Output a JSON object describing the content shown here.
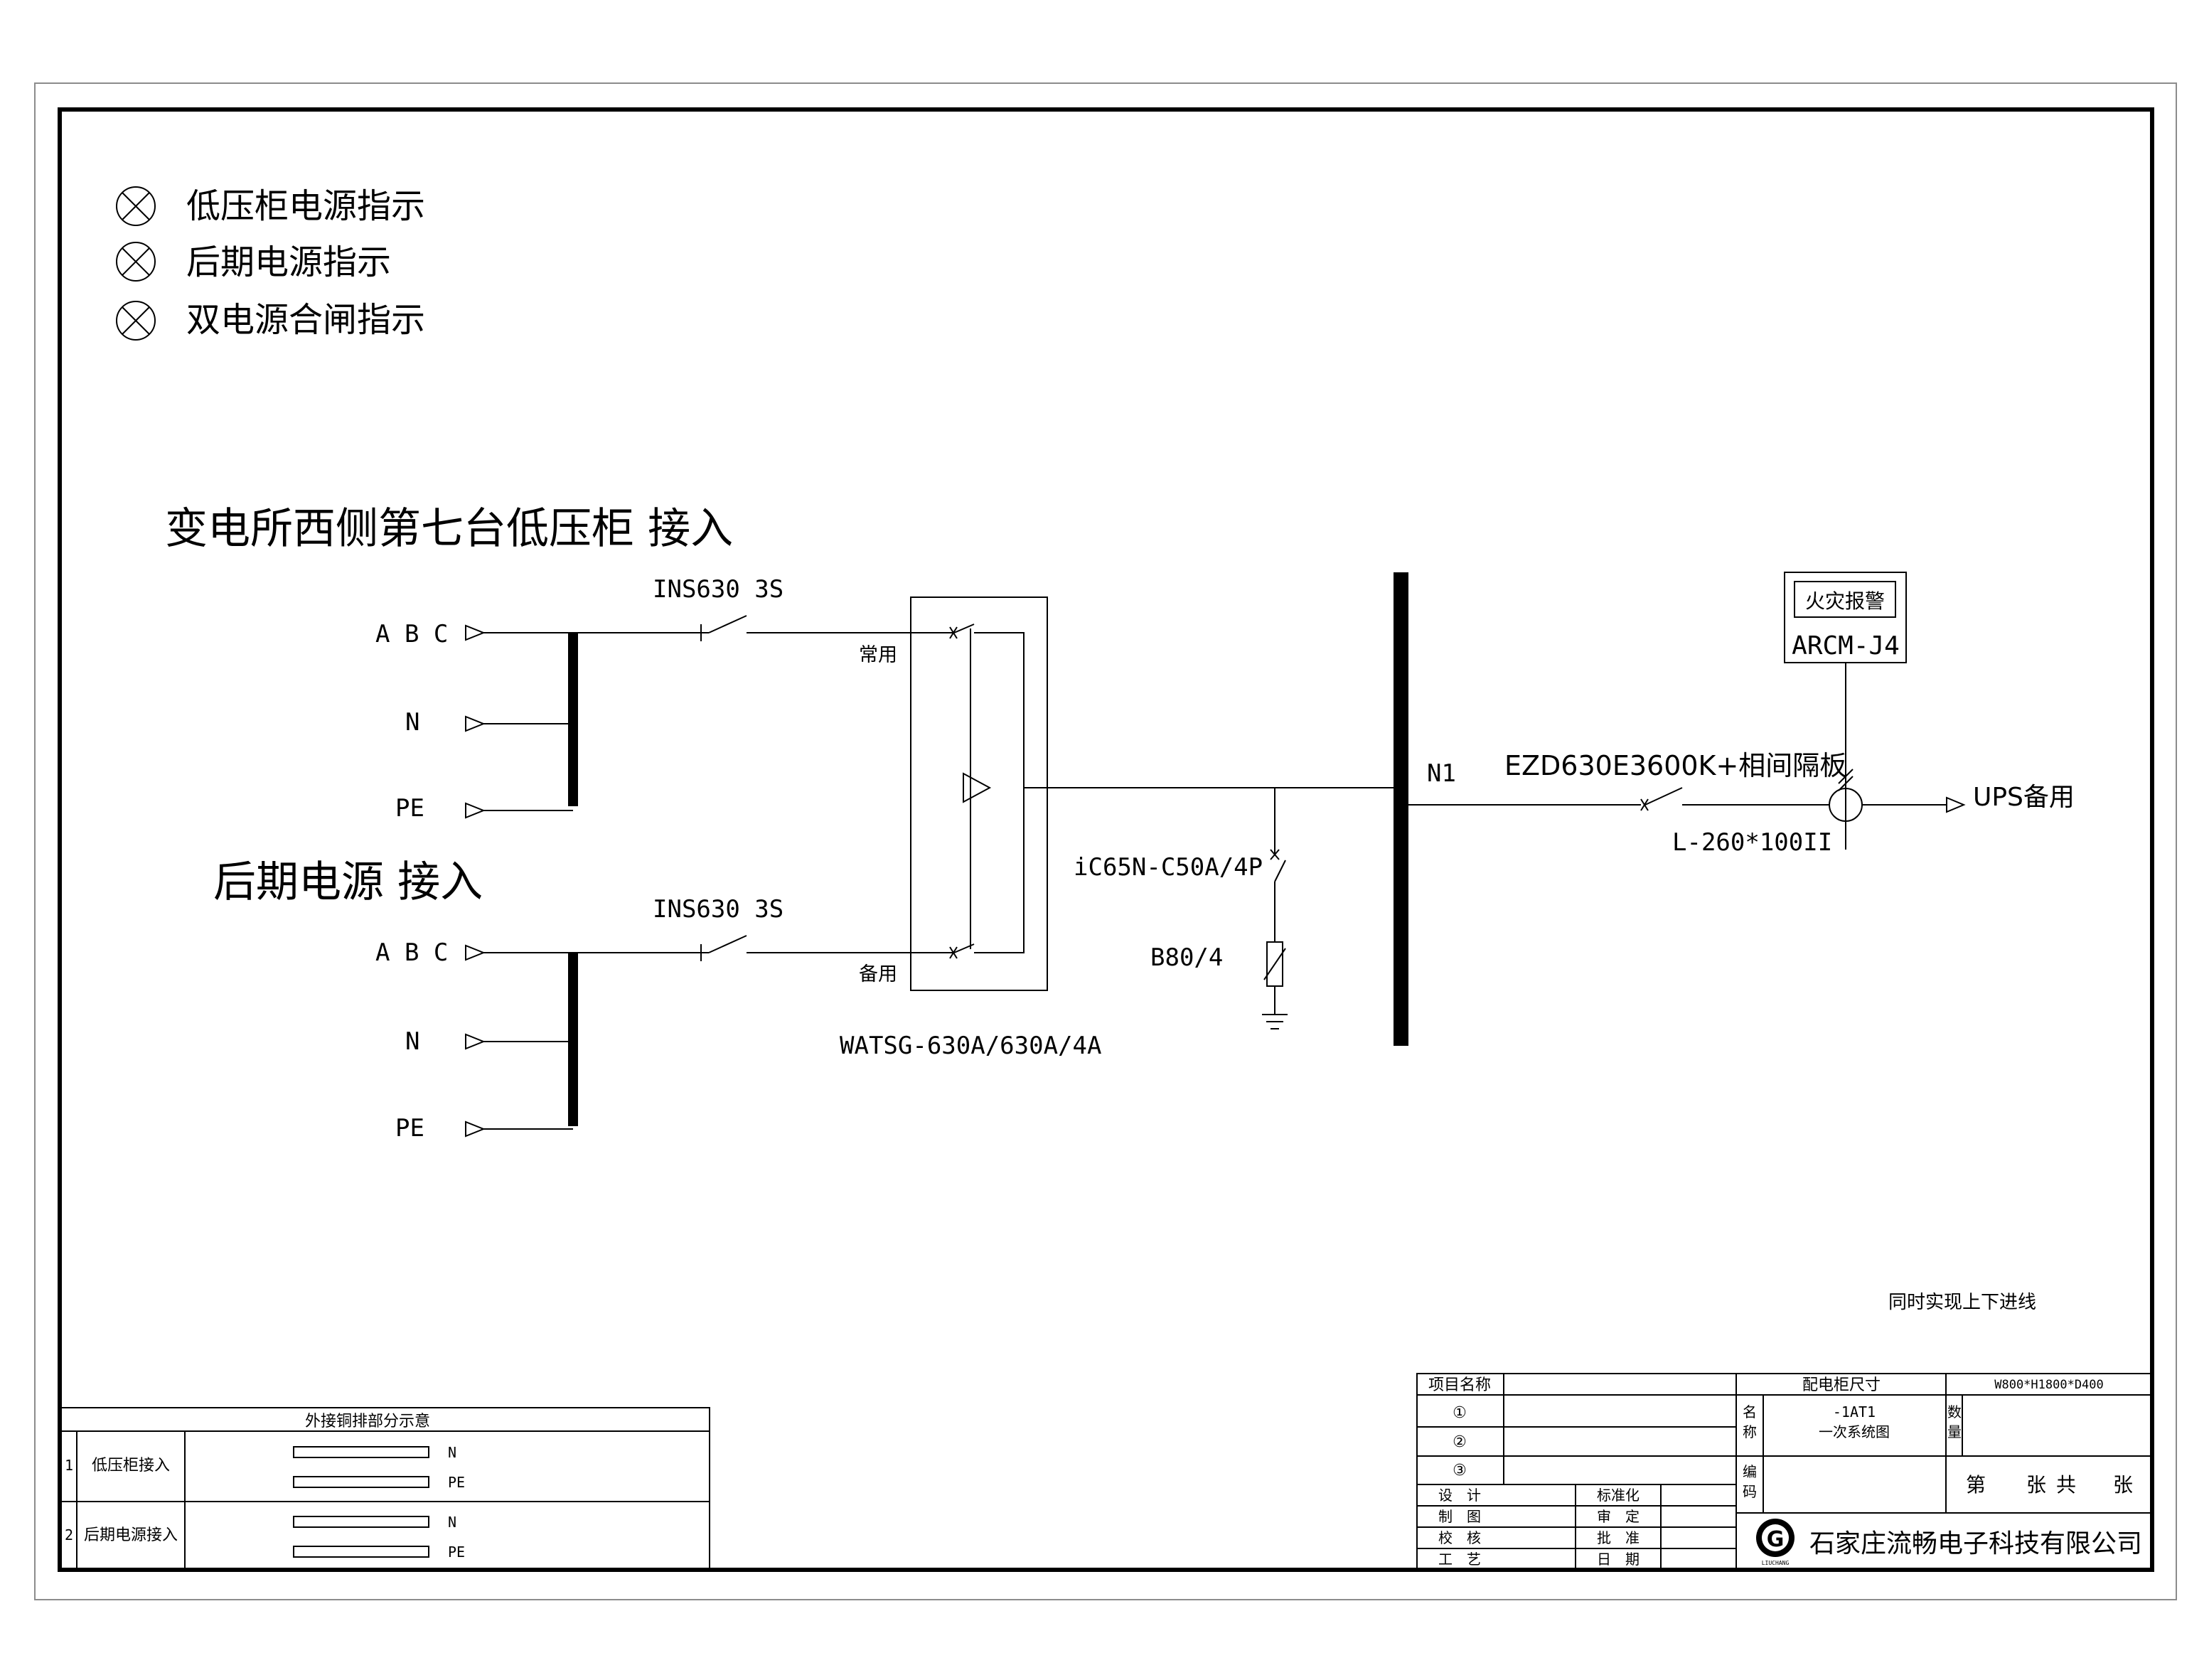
{
  "legend": [
    {
      "icon": "indicator-lamp-icon",
      "label": "低压柜电源指示"
    },
    {
      "icon": "indicator-lamp-icon",
      "label": "后期电源指示"
    },
    {
      "icon": "indicator-lamp-icon",
      "label": "双电源合闸指示"
    }
  ],
  "incoming": {
    "main_title": "变电所西侧第七台低压柜 接入",
    "backup_title": "后期电源 接入",
    "phase_abc": "A B C",
    "phase_n": "N",
    "phase_pe": "PE",
    "main_breaker": "INS630 3S",
    "backup_breaker": "INS630 3S",
    "normal_label": "常用",
    "standby_label": "备用",
    "ats_model": "WATSG-630A/630A/4A"
  },
  "branch": {
    "spd_breaker": "iC65N-C50A/4P",
    "spd_model": "B80/4"
  },
  "busbar": {
    "label": "N1"
  },
  "outgoing": {
    "fire_alarm": "火灾报警",
    "arcm": "ARCM-J4",
    "breaker": "EZD630E3600K+相间隔板",
    "cable": "L-260*100II",
    "destination": "UPS备用"
  },
  "note": "同时实现上下进线",
  "copper_table": {
    "title": "外接铜排部分示意",
    "rows": [
      {
        "no": "1",
        "name": "低压柜接入",
        "bar1": "N",
        "bar2": "PE"
      },
      {
        "no": "2",
        "name": "后期电源接入",
        "bar1": "N",
        "bar2": "PE"
      }
    ]
  },
  "title_block": {
    "project_name_label": "项目名称",
    "rev1": "①",
    "rev2": "②",
    "rev3": "③",
    "design": "设　计",
    "standard": "标准化",
    "drawing": "制　图",
    "review": "审　定",
    "check": "校　核",
    "approve": "批　准",
    "craft": "工　艺",
    "date": "日　期",
    "cabinet_size_label": "配电柜尺寸",
    "cabinet_size": "W800*H1800*D400",
    "name_label_1": "名",
    "name_label_2": "称",
    "name_value_1": "-1AT1",
    "name_value_2": "一次系统图",
    "qty_label_1": "数",
    "qty_label_2": "量",
    "code_label_1": "编",
    "code_label_2": "码",
    "sheet_di": "第",
    "sheet_zhang1": "张",
    "sheet_gong": "共",
    "sheet_zhang2": "张",
    "logo_letter": "G",
    "logo_sub": "LIUCHANG",
    "company": "石家庄流畅电子科技有限公司"
  },
  "colors": {
    "line": "#000000",
    "frame_outer": "#8c8c8c",
    "background": "#ffffff"
  }
}
